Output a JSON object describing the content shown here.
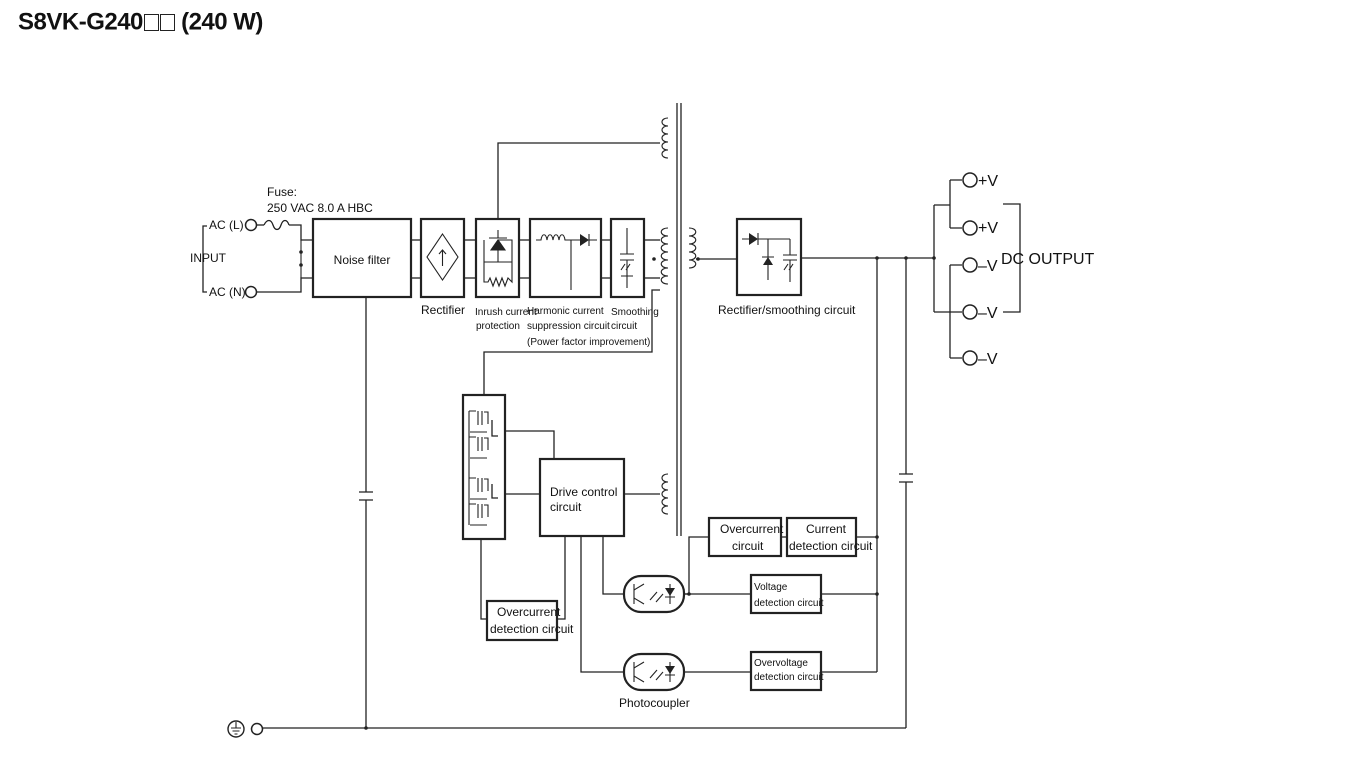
{
  "title": {
    "model": "S8VK-G240",
    "rating": "(240 W)"
  },
  "labels": {
    "input": "INPUT",
    "ac_l": "AC (L)",
    "ac_n": "AC (N)",
    "fuse_line1": "Fuse:",
    "fuse_line2": "250 VAC 8.0 A HBC",
    "noise_filter": "Noise filter",
    "rectifier": "Rectifier",
    "inrush_line1": "Inrush current",
    "inrush_line2": "protection",
    "harmonic_line1": "Harmonic current",
    "harmonic_line2": "suppression circuit",
    "harmonic_line3": "(Power factor improvement)",
    "smoothing_line1": "Smoothing",
    "smoothing_line2": "circuit",
    "rect_smooth": "Rectifier/smoothing circuit",
    "drive_line1": "Drive control",
    "drive_line2": "circuit",
    "overcurrent_out_line1": "Overcurrent",
    "overcurrent_out_line2": "circuit",
    "current_det_line1": "Current",
    "current_det_line2": "detection circuit",
    "voltage_det_line1": "Voltage",
    "voltage_det_line2": "detection circuit",
    "overvoltage_line1": "Overvoltage",
    "overvoltage_line2": "detection circuit",
    "overcurrent_det_line1": "Overcurrent",
    "overcurrent_det_line2": "detection circuit",
    "photocoupler": "Photocoupler",
    "dc_output": "DC OUTPUT",
    "out_pos1": "+V",
    "out_pos2": "+V",
    "out_neg1": "–V",
    "out_neg2": "–V",
    "out_neg3": "–V"
  }
}
